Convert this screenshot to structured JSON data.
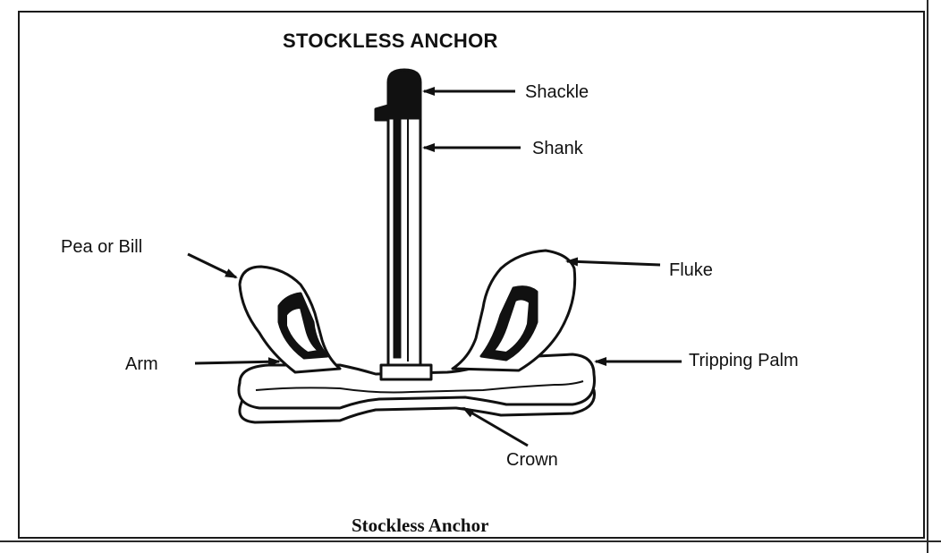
{
  "title": "STOCKLESS ANCHOR",
  "caption": "Stockless Anchor",
  "labels": {
    "shackle": "Shackle",
    "shank": "Shank",
    "pea_or_bill": "Pea or Bill",
    "fluke": "Fluke",
    "arm": "Arm",
    "tripping_palm": "Tripping Palm",
    "crown": "Crown"
  }
}
